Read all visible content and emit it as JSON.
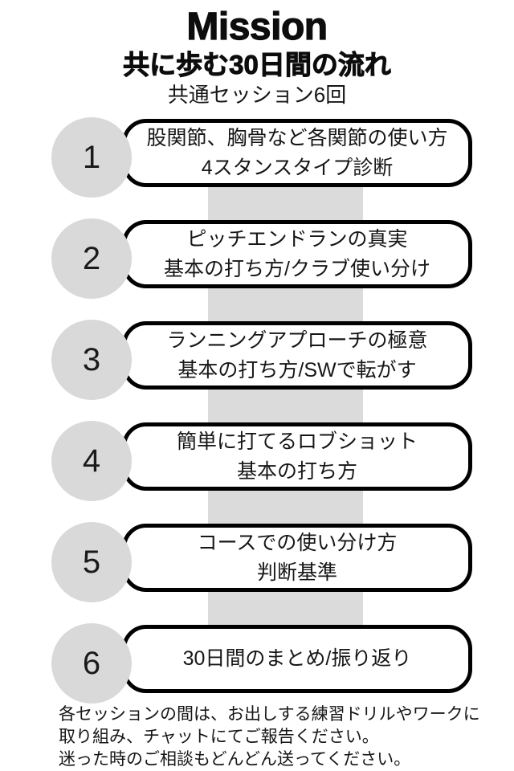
{
  "page": {
    "title": "Mission",
    "subtitle": "共に歩む30日間の流れ",
    "session_count": "共通セッション6回"
  },
  "colors": {
    "circle_gray": "#d9d9d9",
    "band_gray": "#dbdbdb",
    "box_border": "#000000",
    "text": "#161616"
  },
  "steps": [
    {
      "number": "1",
      "lines": [
        "股関節、胸骨など各関節の使い方",
        "4スタンスタイプ診断"
      ]
    },
    {
      "number": "2",
      "lines": [
        "ピッチエンドランの真実",
        "基本の打ち方/クラブ使い分け"
      ]
    },
    {
      "number": "3",
      "lines": [
        "ランニングアプローチの極意",
        "基本の打ち方/SWで転がす"
      ]
    },
    {
      "number": "4",
      "lines": [
        "簡単に打てるロブショット",
        "基本の打ち方"
      ]
    },
    {
      "number": "5",
      "lines": [
        "コースでの使い分け方",
        "判断基準"
      ]
    },
    {
      "number": "6",
      "lines": [
        "30日間のまとめ/振り返り"
      ]
    }
  ],
  "footer": {
    "lines": [
      "各セッションの間は、お出しする練習ドリルやワークに",
      "取り組み、チャットにてご報告ください。",
      "迷った時のご相談もどんどん送ってください。"
    ]
  }
}
